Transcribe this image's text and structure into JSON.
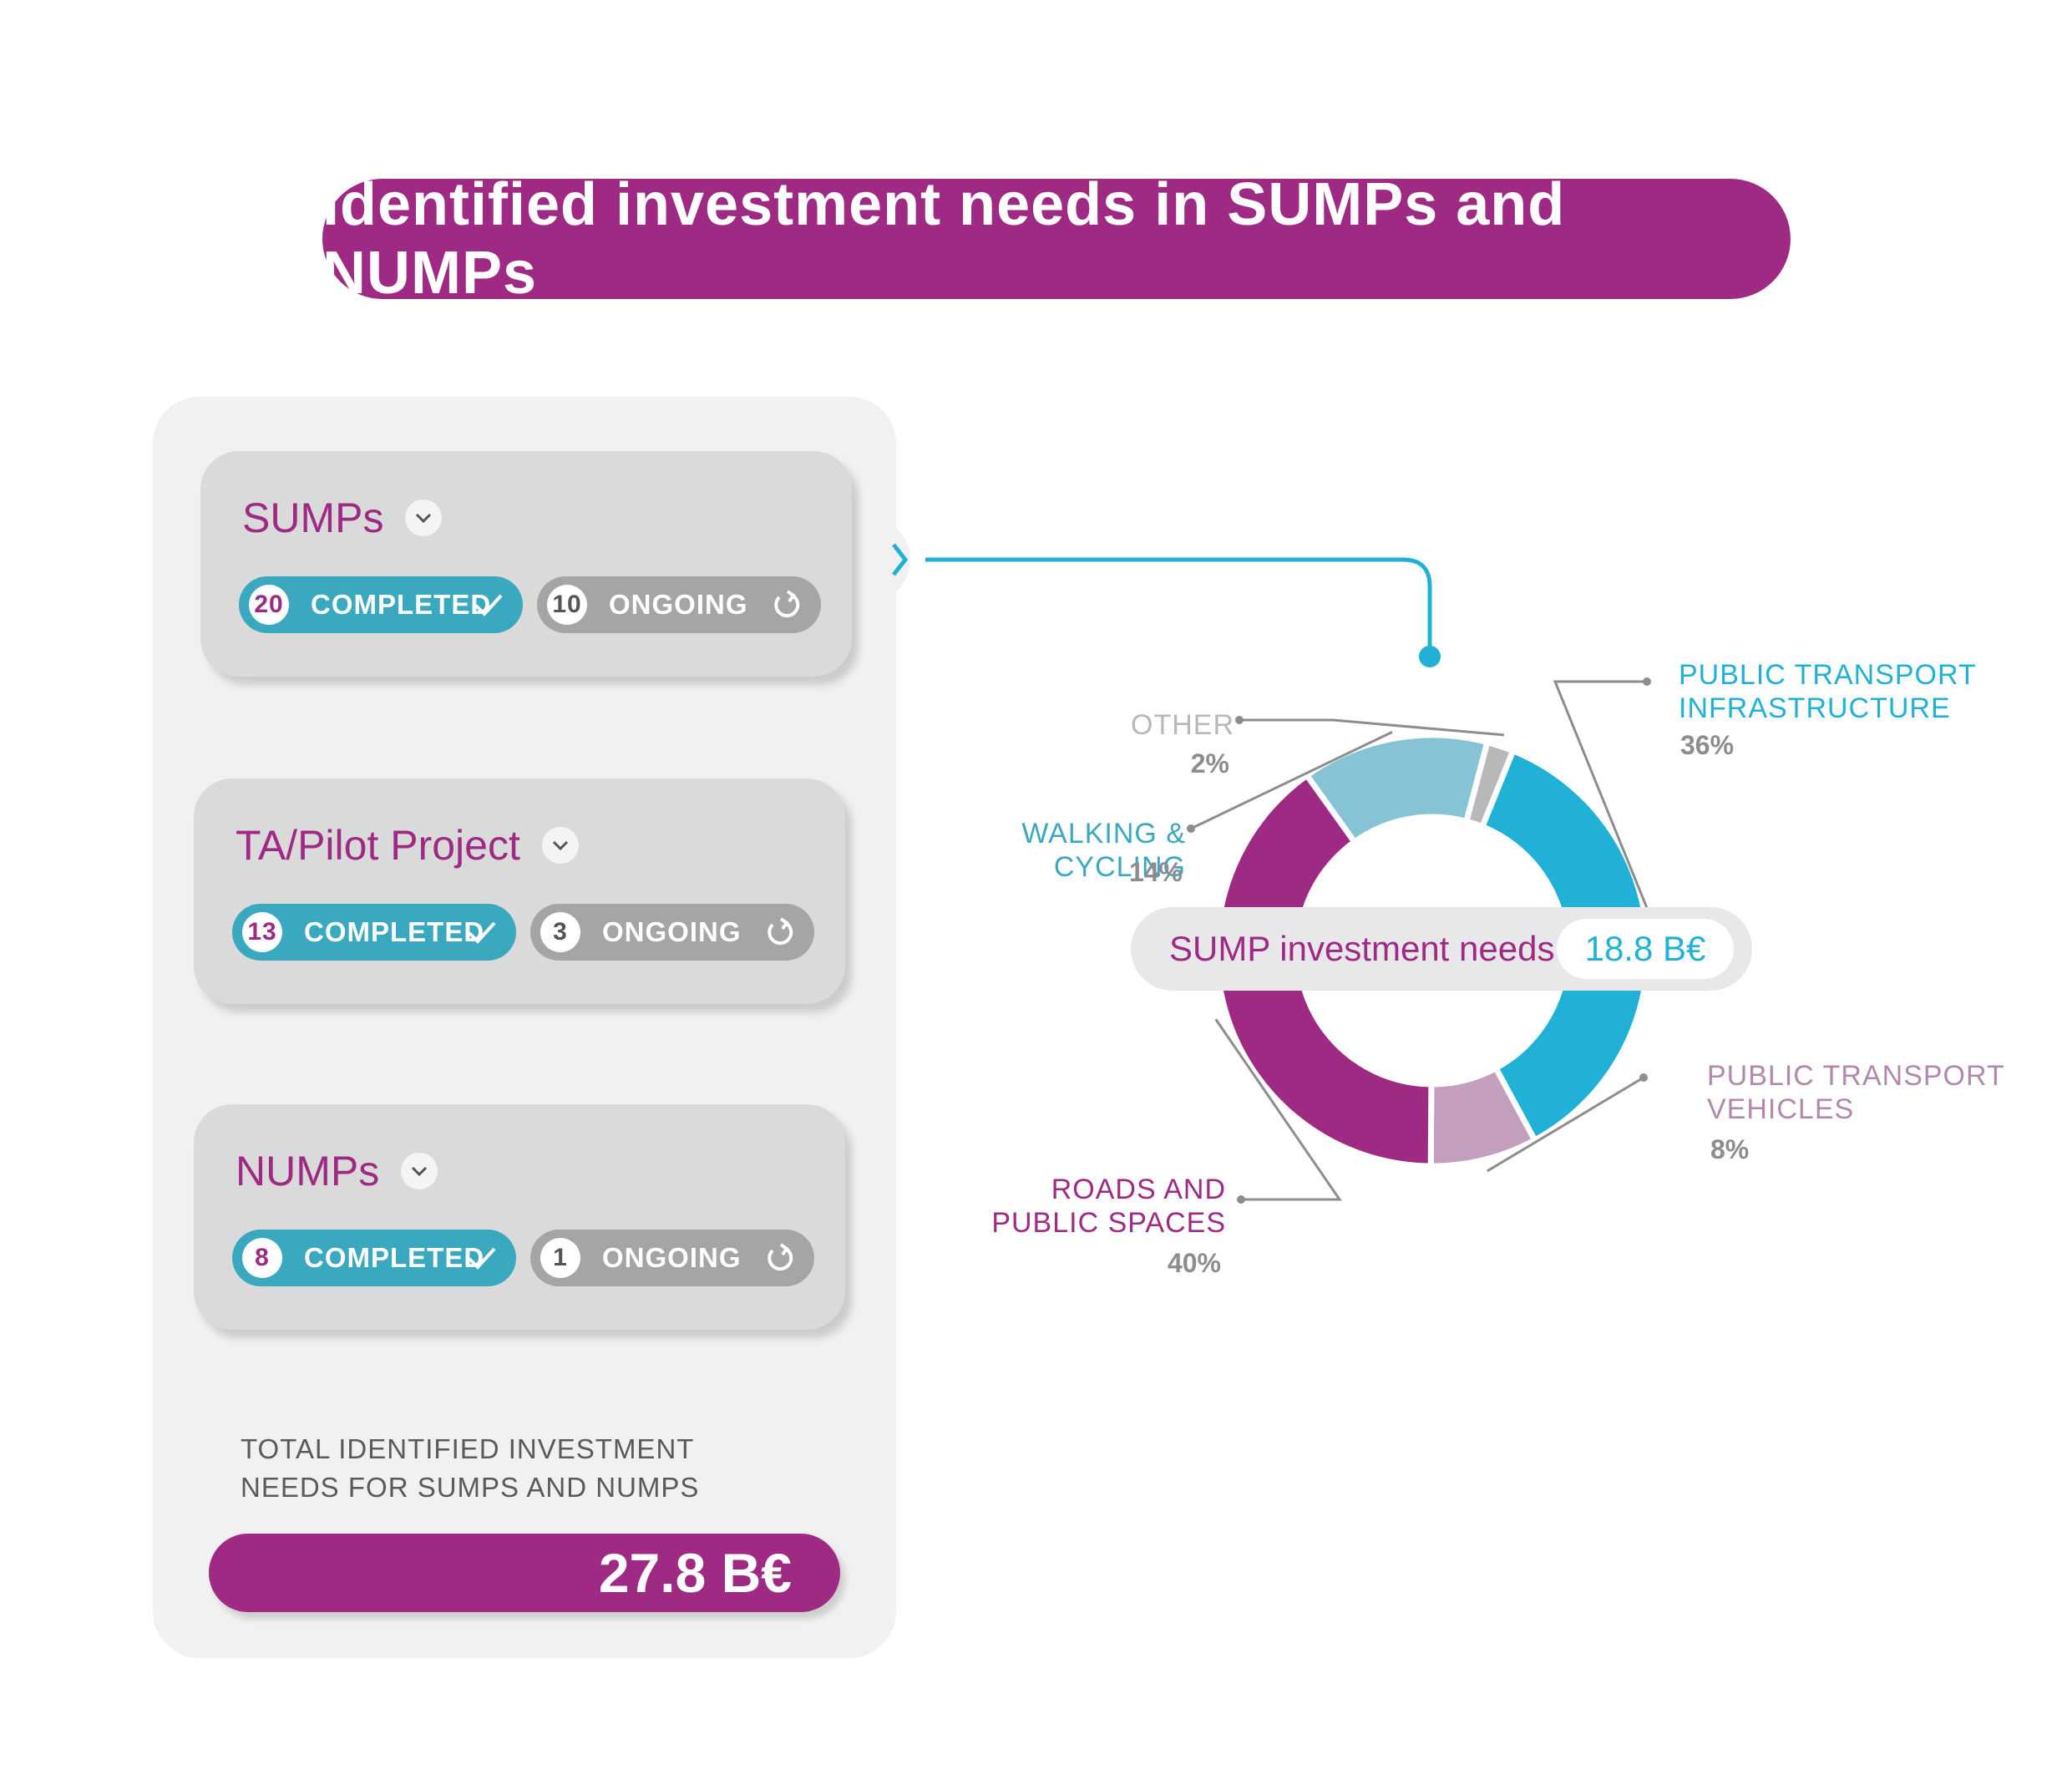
{
  "title": "Identified investment needs in SUMPs and NUMPs",
  "cards": [
    {
      "title": "SUMPs",
      "completed_count": "20",
      "completed_label": "COMPLETED",
      "ongoing_count": "10",
      "ongoing_label": "ONGOING"
    },
    {
      "title": "TA/Pilot Project",
      "completed_count": "13",
      "completed_label": "COMPLETED",
      "ongoing_count": "3",
      "ongoing_label": "ONGOING"
    },
    {
      "title": "NUMPs",
      "completed_count": "8",
      "completed_label": "COMPLETED",
      "ongoing_count": "1",
      "ongoing_label": "ONGOING"
    }
  ],
  "total": {
    "label_line1": "TOTAL IDENTIFIED INVESTMENT",
    "label_line2": "NEEDS FOR SUMPS AND NUMPS",
    "value": "27.8 B€"
  },
  "icons": {
    "dropdown": "chevron-down-icon",
    "expand": "chevron-right-icon",
    "completed": "check-icon",
    "ongoing": "refresh-icon"
  },
  "colors": {
    "brand": "#9e2a84",
    "teal": "#3aa8bf",
    "gray_pill": "#a5a5a7"
  },
  "chart_data": {
    "type": "pie",
    "variant": "donut",
    "center_label": "SUMP investment needs",
    "center_value": "18.8 B€",
    "slices": [
      {
        "label_lines": [
          "PUBLIC TRANSPORT",
          "INFRASTRUCTURE"
        ],
        "value": 36,
        "display": "36%",
        "color": "#22b1d6"
      },
      {
        "label_lines": [
          "PUBLIC TRANSPORT",
          "VEHICLES"
        ],
        "value": 8,
        "display": "8%",
        "color": "#c39fbd"
      },
      {
        "label_lines": [
          "ROADS AND",
          "PUBLIC SPACES"
        ],
        "value": 40,
        "display": "40%",
        "color": "#9e2a84"
      },
      {
        "label_lines": [
          "WALKING & CYCLING"
        ],
        "value": 14,
        "display": "14%",
        "color": "#86c3d4"
      },
      {
        "label_lines": [
          "OTHER"
        ],
        "value": 2,
        "display": "2%",
        "color": "#b8b8ba"
      }
    ]
  }
}
